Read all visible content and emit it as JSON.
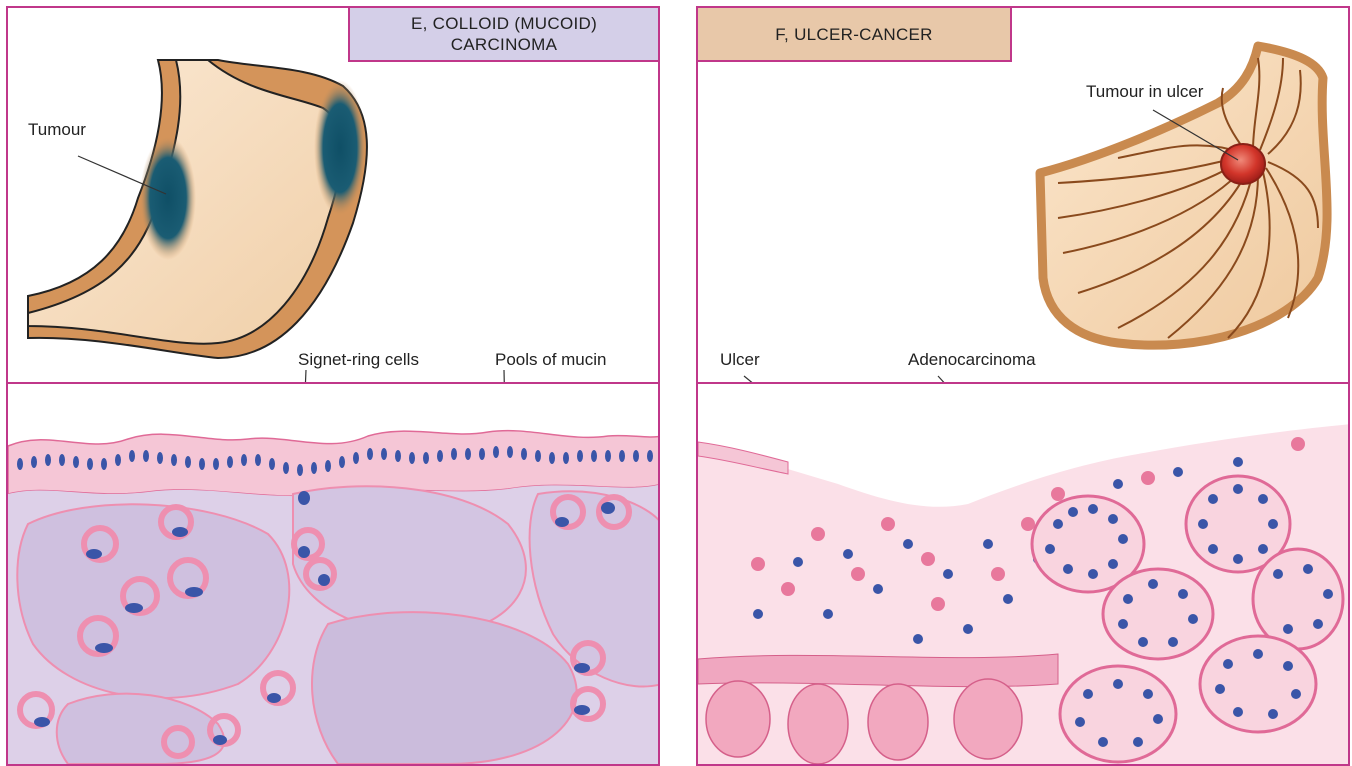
{
  "panel_e": {
    "title_line1": "E, COLLOID (MUCOID)",
    "title_line2": "CARCINOMA",
    "labels": {
      "tumour": "Tumour",
      "signet_ring_cells": "Signet-ring cells",
      "pools_of_mucin": "Pools of mucin"
    }
  },
  "panel_f": {
    "title": "F, ULCER-CANCER",
    "labels": {
      "tumour_in_ulcer": "Tumour in ulcer",
      "ulcer": "Ulcer",
      "adenocarcinoma": "Adenocarcinoma"
    }
  },
  "colors": {
    "border": "#c0378a",
    "title_e_bg": "#d4cfe8",
    "title_f_bg": "#e8c8a9",
    "stomach_wall": "#d4945a",
    "stomach_lumen": "#f6dcbd",
    "tumour_teal": "#0f4f66",
    "nucleus_blue": "#3a55a8",
    "tissue_pink": "#f3b6cc",
    "mucin_lilac": "#d9cde6"
  }
}
